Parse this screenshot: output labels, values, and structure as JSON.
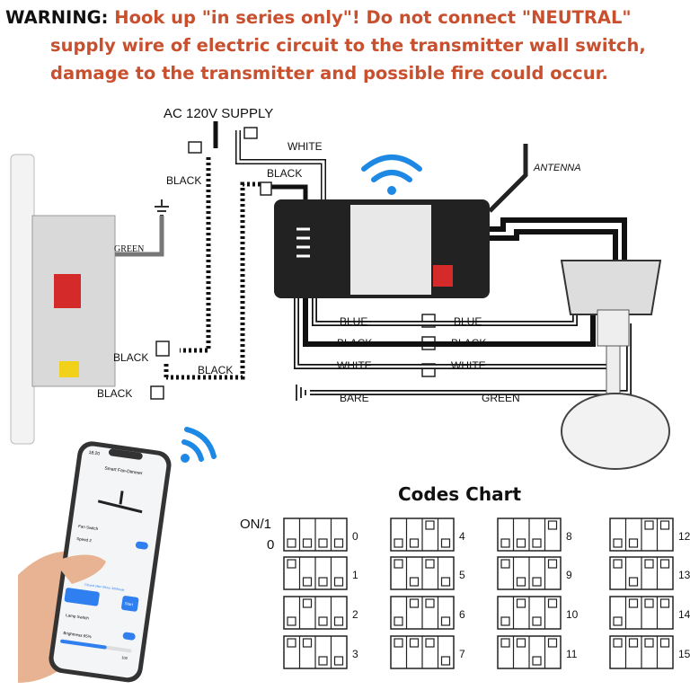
{
  "warning": {
    "label": "WARNING:",
    "line1": "Hook up \"in series only\"! Do not connect \"NEUTRAL\"",
    "line2": "supply wire of electric circuit to the transmitter wall switch,",
    "line3": "damage to the transmitter and possible fire could occur."
  },
  "wiring": {
    "supply": "AC 120V SUPPLY",
    "white_top": "WHITE",
    "black_top": "BLACK",
    "black_left": "BLACK",
    "green_left": "GREEN",
    "antenna": "ANTENNA",
    "blue_left": "BLUE",
    "blue_right": "BLUE",
    "black_mid_left": "BLACK",
    "black_mid_right": "BLACK",
    "white_mid_left": "WHITE",
    "white_mid_right": "WHITE",
    "bare": "BARE",
    "green_bottom": "GREEN",
    "black_switch_1": "BLACK",
    "black_switch_2": "BLACK",
    "black_switch_3": "BLACK"
  },
  "phone": {
    "time": "18:20",
    "title": "Smart Fan-Dimmer",
    "fan_switch": "Fan Switch",
    "speed": "Speed  2",
    "timer": "Closed after 0Hour 30Minute",
    "start": "Start",
    "lamp_switch": "Lamp Switch",
    "brightness": "Brightness  65%",
    "max": "100",
    "brightness_value": 65
  },
  "codes_chart": {
    "title": "Codes Chart",
    "on_label": "ON/1",
    "off_label": "0",
    "codes": [
      {
        "code": "0",
        "switches": [
          0,
          0,
          0,
          0
        ]
      },
      {
        "code": "1",
        "switches": [
          1,
          0,
          0,
          0
        ]
      },
      {
        "code": "2",
        "switches": [
          0,
          1,
          0,
          0
        ]
      },
      {
        "code": "3",
        "switches": [
          1,
          1,
          0,
          0
        ]
      },
      {
        "code": "4",
        "switches": [
          0,
          0,
          1,
          0
        ]
      },
      {
        "code": "5",
        "switches": [
          1,
          0,
          1,
          0
        ]
      },
      {
        "code": "6",
        "switches": [
          0,
          1,
          1,
          0
        ]
      },
      {
        "code": "7",
        "switches": [
          1,
          1,
          1,
          0
        ]
      },
      {
        "code": "8",
        "switches": [
          0,
          0,
          0,
          1
        ]
      },
      {
        "code": "9",
        "switches": [
          1,
          0,
          0,
          1
        ]
      },
      {
        "code": "10",
        "switches": [
          0,
          1,
          0,
          1
        ]
      },
      {
        "code": "11",
        "switches": [
          1,
          1,
          0,
          1
        ]
      },
      {
        "code": "12",
        "switches": [
          0,
          0,
          1,
          1
        ]
      },
      {
        "code": "13",
        "switches": [
          1,
          0,
          1,
          1
        ]
      },
      {
        "code": "14",
        "switches": [
          0,
          1,
          1,
          1
        ]
      },
      {
        "code": "15",
        "switches": [
          1,
          1,
          1,
          1
        ]
      }
    ]
  },
  "colors": {
    "warning": "#c8502e",
    "app_blue": "#2f7ff0"
  }
}
